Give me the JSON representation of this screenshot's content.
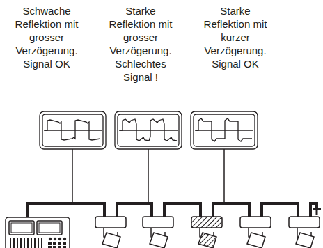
{
  "diagram": {
    "labels": [
      "Schwache Reflektion mit grosser Verzögerung. Signal OK",
      "Starke Reflektion mit grosser Verzögerung. Schlechtes Signal !",
      "Starke Reflektion mit kurzer Verzögerung. Signal OK"
    ]
  }
}
